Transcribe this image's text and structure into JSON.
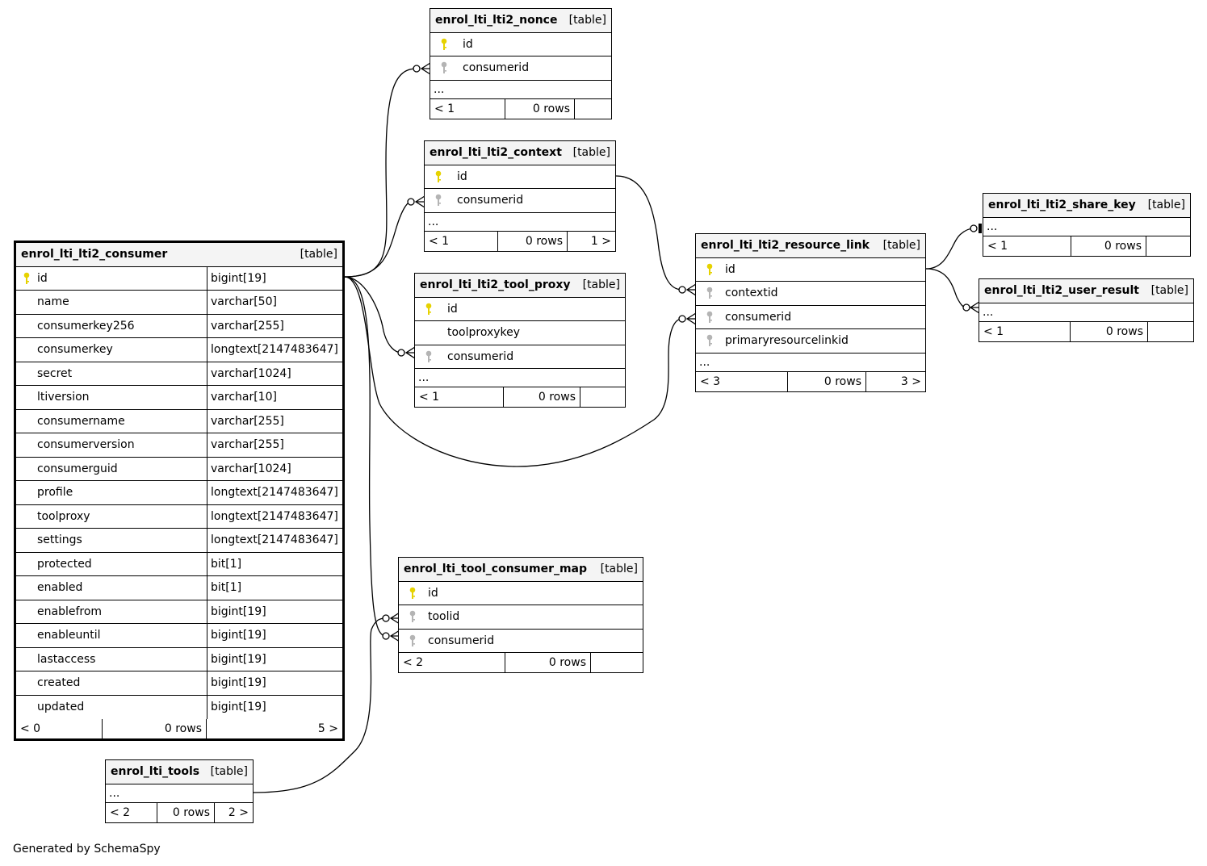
{
  "footer_credit": "Generated by SchemaSpy",
  "colors": {
    "primary_key": "#e6d200",
    "foreign_key": "#b4b4b4",
    "header_bg": "#f4f4f4"
  },
  "tables": {
    "nonce": {
      "name": "enrol_lti_lti2_nonce",
      "type": "[table]",
      "columns": [
        {
          "name": "id",
          "key": "primary-key-icon"
        },
        {
          "name": "consumerid",
          "key": "foreign-key-icon"
        }
      ],
      "ellipsis": "...",
      "footer": [
        "< 1",
        "0 rows",
        ""
      ]
    },
    "context": {
      "name": "enrol_lti_lti2_context",
      "type": "[table]",
      "columns": [
        {
          "name": "id",
          "key": "primary-key-icon"
        },
        {
          "name": "consumerid",
          "key": "foreign-key-icon"
        }
      ],
      "ellipsis": "...",
      "footer": [
        "< 1",
        "0 rows",
        "1 >"
      ]
    },
    "tool_proxy": {
      "name": "enrol_lti_lti2_tool_proxy",
      "type": "[table]",
      "columns": [
        {
          "name": "id",
          "key": "primary-key-icon"
        },
        {
          "name": "toolproxykey",
          "key": ""
        },
        {
          "name": "consumerid",
          "key": "foreign-key-icon"
        }
      ],
      "ellipsis": "...",
      "footer": [
        "< 1",
        "0 rows",
        ""
      ]
    },
    "consumer": {
      "name": "enrol_lti_lti2_consumer",
      "type": "[table]",
      "columns": [
        {
          "name": "id",
          "type": "bigint[19]",
          "key": "primary-key-icon"
        },
        {
          "name": "name",
          "type": "varchar[50]"
        },
        {
          "name": "consumerkey256",
          "type": "varchar[255]"
        },
        {
          "name": "consumerkey",
          "type": "longtext[2147483647]"
        },
        {
          "name": "secret",
          "type": "varchar[1024]"
        },
        {
          "name": "ltiversion",
          "type": "varchar[10]"
        },
        {
          "name": "consumername",
          "type": "varchar[255]"
        },
        {
          "name": "consumerversion",
          "type": "varchar[255]"
        },
        {
          "name": "consumerguid",
          "type": "varchar[1024]"
        },
        {
          "name": "profile",
          "type": "longtext[2147483647]"
        },
        {
          "name": "toolproxy",
          "type": "longtext[2147483647]"
        },
        {
          "name": "settings",
          "type": "longtext[2147483647]"
        },
        {
          "name": "protected",
          "type": "bit[1]"
        },
        {
          "name": "enabled",
          "type": "bit[1]"
        },
        {
          "name": "enablefrom",
          "type": "bigint[19]"
        },
        {
          "name": "enableuntil",
          "type": "bigint[19]"
        },
        {
          "name": "lastaccess",
          "type": "bigint[19]"
        },
        {
          "name": "created",
          "type": "bigint[19]"
        },
        {
          "name": "updated",
          "type": "bigint[19]"
        }
      ],
      "footer": [
        "< 0",
        "0 rows",
        "5 >"
      ]
    },
    "resource_link": {
      "name": "enrol_lti_lti2_resource_link",
      "type": "[table]",
      "columns": [
        {
          "name": "id",
          "key": "primary-key-icon"
        },
        {
          "name": "contextid",
          "key": "foreign-key-icon"
        },
        {
          "name": "consumerid",
          "key": "foreign-key-icon"
        },
        {
          "name": "primaryresourcelinkid",
          "key": "foreign-key-icon"
        }
      ],
      "ellipsis": "...",
      "footer": [
        "< 3",
        "0 rows",
        "3 >"
      ]
    },
    "share_key": {
      "name": "enrol_lti_lti2_share_key",
      "type": "[table]",
      "ellipsis": "...",
      "footer": [
        "< 1",
        "0 rows",
        ""
      ]
    },
    "user_result": {
      "name": "enrol_lti_lti2_user_result",
      "type": "[table]",
      "ellipsis": "...",
      "footer": [
        "< 1",
        "0 rows",
        ""
      ]
    },
    "tool_consumer_map": {
      "name": "enrol_lti_tool_consumer_map",
      "type": "[table]",
      "columns": [
        {
          "name": "id",
          "key": "primary-key-icon"
        },
        {
          "name": "toolid",
          "key": "foreign-key-icon"
        },
        {
          "name": "consumerid",
          "key": "foreign-key-icon"
        }
      ],
      "footer": [
        "< 2",
        "0 rows",
        ""
      ]
    },
    "tools": {
      "name": "enrol_lti_tools",
      "type": "[table]",
      "ellipsis": "...",
      "footer": [
        "< 2",
        "0 rows",
        "2 >"
      ]
    }
  }
}
